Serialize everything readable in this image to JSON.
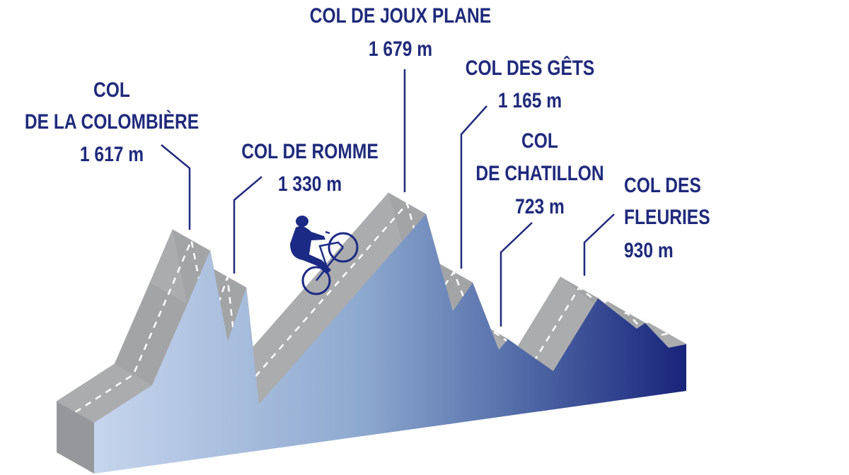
{
  "colors": {
    "text": "#1f2a7c",
    "road": "#a9aaac",
    "road_dark": "#8f9092",
    "gradient_start": "#c6d5ed",
    "gradient_end": "#18247a"
  },
  "passes": [
    {
      "lines": [
        "COL",
        "DE LA COLOMBIÈRE"
      ],
      "altitude": "1 617 m"
    },
    {
      "lines": [
        "COL DE ROMME"
      ],
      "altitude": "1 330 m"
    },
    {
      "lines": [
        "COL DE JOUX PLANE"
      ],
      "altitude": "1 679 m"
    },
    {
      "lines": [
        "COL DES GÊTS"
      ],
      "altitude": "1 165 m"
    },
    {
      "lines": [
        "COL",
        "DE CHATILLON"
      ],
      "altitude": "723 m"
    },
    {
      "lines": [
        "COL DES",
        "FLEURIES"
      ],
      "altitude": "930 m"
    }
  ],
  "icons": {
    "rider": "cyclist-icon"
  }
}
